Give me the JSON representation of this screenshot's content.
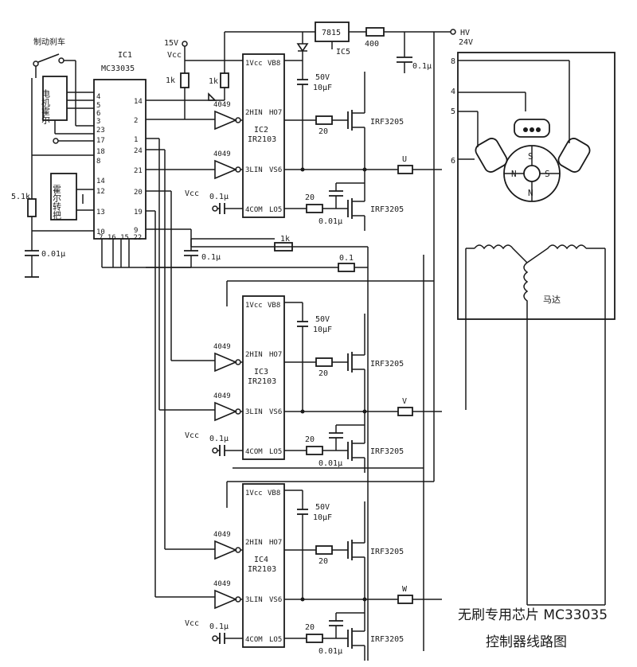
{
  "caption": {
    "line1": "无刷专用芯片 MC33035",
    "line2": "控制器线路图"
  },
  "ic1": {
    "ref": "IC1",
    "part": "MC33035",
    "left_pins": [
      "4",
      "5",
      "6",
      "3",
      "23",
      "17",
      "18",
      "8",
      "14",
      "12",
      "13",
      "10"
    ],
    "right_pins": [
      "14",
      "2",
      "1",
      "24",
      "21",
      "20",
      "19",
      "9"
    ],
    "bottom_pins": "7 16 15 22"
  },
  "brake": {
    "label": "制动刹车"
  },
  "hall_box": {
    "text": "电机霍尔"
  },
  "handle_box": {
    "text": "霍尔转把"
  },
  "supply": {
    "vcc_15v": "15V",
    "vcc": "Vcc",
    "hv": "HV",
    "hv_v": "24V"
  },
  "regulator": {
    "part": "7815",
    "ref": "IC5",
    "series_res": "400",
    "cap": "0.1μ"
  },
  "driver_pins": {
    "vcc": "1Vcc",
    "vb": "VB8",
    "hin": "2HIN",
    "ho": "HO7",
    "lin": "3LIN",
    "vs": "VS6",
    "com": "4COM",
    "lo": "LO5"
  },
  "drivers": [
    {
      "ref": "IC2",
      "part": "IR2103",
      "phase": "U"
    },
    {
      "ref": "IC3",
      "part": "IR2103",
      "phase": "V"
    },
    {
      "ref": "IC4",
      "part": "IR2103",
      "phase": "W"
    }
  ],
  "inverter_label": "4049",
  "mosfet_label": "IRF3205",
  "components": {
    "boot_cap_v": "50V",
    "boot_cap_uf": "10μF",
    "gate_res": "20",
    "snub_cap": "0.01μ",
    "lo_res": "20",
    "decoup": "0.1μ",
    "r_1k": "1k",
    "r_5_1k": "5.1k",
    "c_001": "0.01μ",
    "c_01": "0.1",
    "c_01u": "0.1μ"
  },
  "motor": {
    "label": "马达",
    "terminals": [
      "8",
      "4",
      "5",
      "6"
    ],
    "poles": [
      "S",
      "N",
      "S",
      "N"
    ]
  }
}
